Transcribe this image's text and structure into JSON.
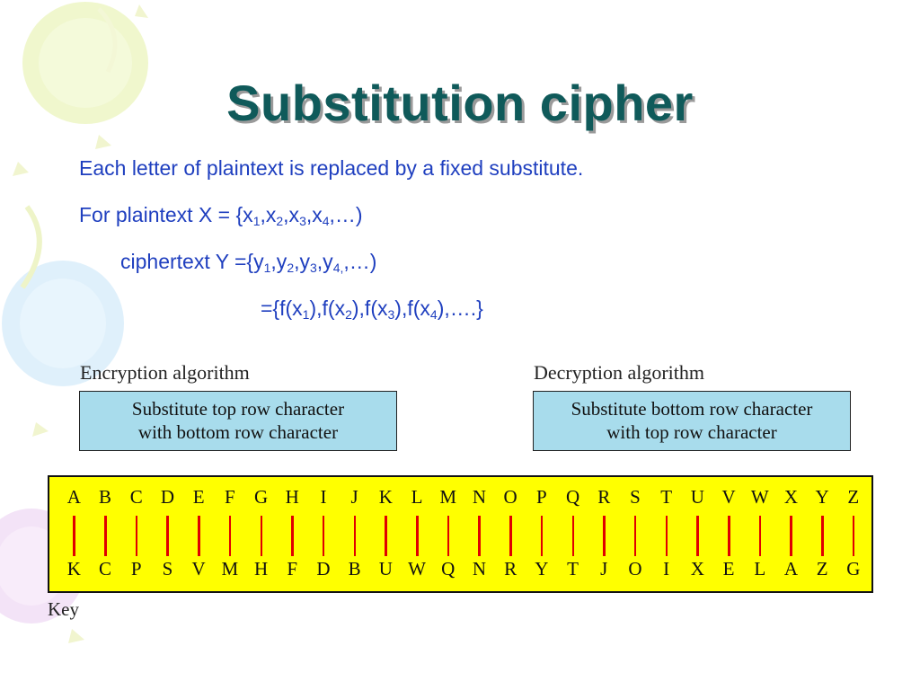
{
  "title": "Substitution cipher",
  "lines": {
    "line1": "Each letter of plaintext is replaced by a fixed substitute.",
    "line2_prefix": "For plaintext  X = {x",
    "line3_prefix": "ciphertext Y ={y",
    "line4_prefix": "={f(x"
  },
  "encryption": {
    "label": "Encryption algorithm",
    "box_line1": "Substitute top row character",
    "box_line2": "with bottom row character"
  },
  "decryption": {
    "label": "Decryption algorithm",
    "box_line1": "Substitute bottom row character",
    "box_line2": "with top row character"
  },
  "key": {
    "label": "Key",
    "top_row": [
      "A",
      "B",
      "C",
      "D",
      "E",
      "F",
      "G",
      "H",
      "I",
      "J",
      "K",
      "L",
      "M",
      "N",
      "O",
      "P",
      "Q",
      "R",
      "S",
      "T",
      "U",
      "V",
      "W",
      "X",
      "Y",
      "Z"
    ],
    "bottom_row": [
      "K",
      "C",
      "P",
      "S",
      "V",
      "M",
      "H",
      "F",
      "D",
      "B",
      "U",
      "W",
      "Q",
      "N",
      "R",
      "Y",
      "T",
      "J",
      "O",
      "I",
      "X",
      "E",
      "L",
      "A",
      "Z",
      "G"
    ]
  },
  "colors": {
    "title": "#0f5a5a",
    "text": "#1f3fbf",
    "box": "#a8dcec",
    "key_background": "#ffff00",
    "key_bars": "#e00000"
  }
}
